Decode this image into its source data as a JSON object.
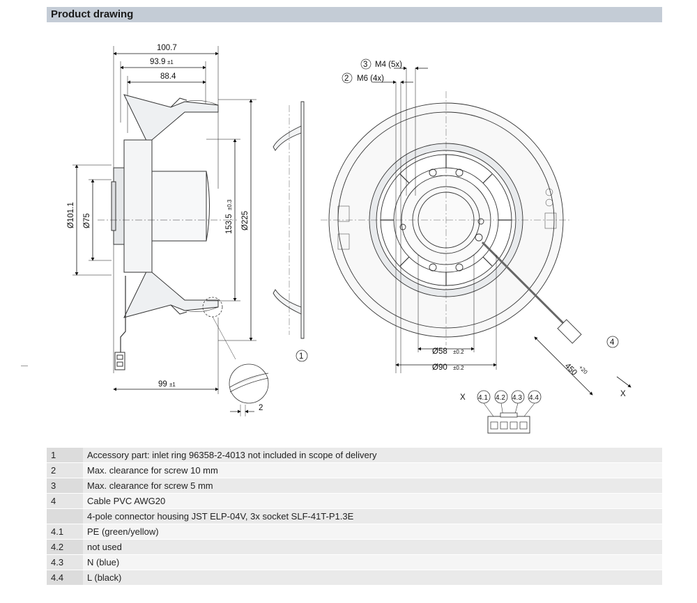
{
  "header": {
    "title": "Product drawing"
  },
  "dimensions": {
    "d_100_7": "100.7",
    "d_93_9": "93.9",
    "d_93_9_tol": "±1",
    "d_88_4": "88.4",
    "d_101_1": "Ø101.1",
    "d_75": "Ø75",
    "d_153_5": "153.5",
    "d_153_5_tol": "±0.3",
    "d_225": "Ø225",
    "d_99": "99",
    "d_99_tol": "±1",
    "d_2": "2",
    "m4": "M4 (5x)",
    "m4_marker": "3",
    "m6": "M6 (4x)",
    "m6_marker": "2",
    "d_58": "Ø58",
    "d_58_tol": "±0.2",
    "d_90": "Ø90",
    "d_90_tol": "±0.2",
    "d_450": "450",
    "d_450_tol": "+20",
    "marker_1": "1",
    "marker_4": "4",
    "x_left": "X",
    "x_right": "X",
    "pins": [
      "4.1",
      "4.2",
      "4.3",
      "4.4"
    ]
  },
  "legend": [
    {
      "num": "1",
      "text": "Accessory part: inlet ring 96358-2-4013 not included in scope of delivery"
    },
    {
      "num": "2",
      "text": "Max. clearance for screw 10 mm"
    },
    {
      "num": "3",
      "text": "Max. clearance for screw 5 mm"
    },
    {
      "num": "4",
      "text": "Cable PVC AWG20"
    },
    {
      "num": "",
      "text": "4-pole connector housing JST ELP-04V, 3x socket SLF-41T-P1.3E"
    },
    {
      "num": "4.1",
      "text": "PE (green/yellow)"
    },
    {
      "num": "4.2",
      "text": "not used"
    },
    {
      "num": "4.3",
      "text": "N (blue)"
    },
    {
      "num": "4.4",
      "text": "L (black)"
    }
  ]
}
